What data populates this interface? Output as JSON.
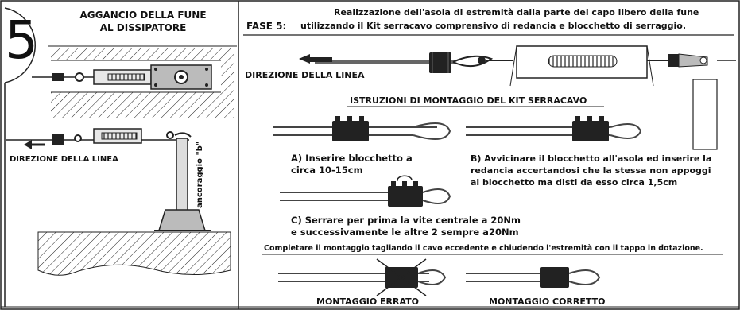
{
  "left_panel": {
    "step_number": "5",
    "title_line1": "AGGANCIO DELLA FUNE",
    "title_line2": "AL DISSIPATORE",
    "direction_label": "DIREZIONE DELLA LINEA",
    "anchor_label": "ancoraggio \"b\""
  },
  "right_panel": {
    "phase_label": "FASE 5:",
    "header_line1": "Realizzazione dell'asola di estremità dalla parte del capo libero della fune",
    "header_line2": "utilizzando il Kit serracavo comprensivo di redancia e blocchetto di serraggio.",
    "direction_label": "DIREZIONE DELLA LINEA",
    "instructions_title": "ISTRUZIONI DI MONTAGGIO DEL KIT SERRACAVO",
    "step_a_line1": "A) Inserire blocchetto a",
    "step_a_line2": "circa 10-15cm",
    "step_b_line1": "B) Avvicinare il blocchetto all'asola ed inserire la",
    "step_b_line2": "redancia accertandosi che la stessa non appoggi",
    "step_b_line3": "al blocchetto ma disti da esso circa 1,5cm",
    "step_c_line1": "C) Serrare per prima la vite centrale a 20Nm",
    "step_c_line2": "e successivamente le altre 2 sempre a20Nm",
    "completion_note": "Completare il montaggio tagliando il cavo eccedente e chiudendo l'estremità con il tappo in dotazione.",
    "wrong_label": "MONTAGGIO ERRATO",
    "correct_label": "MONTAGGIO CORRETTO"
  }
}
